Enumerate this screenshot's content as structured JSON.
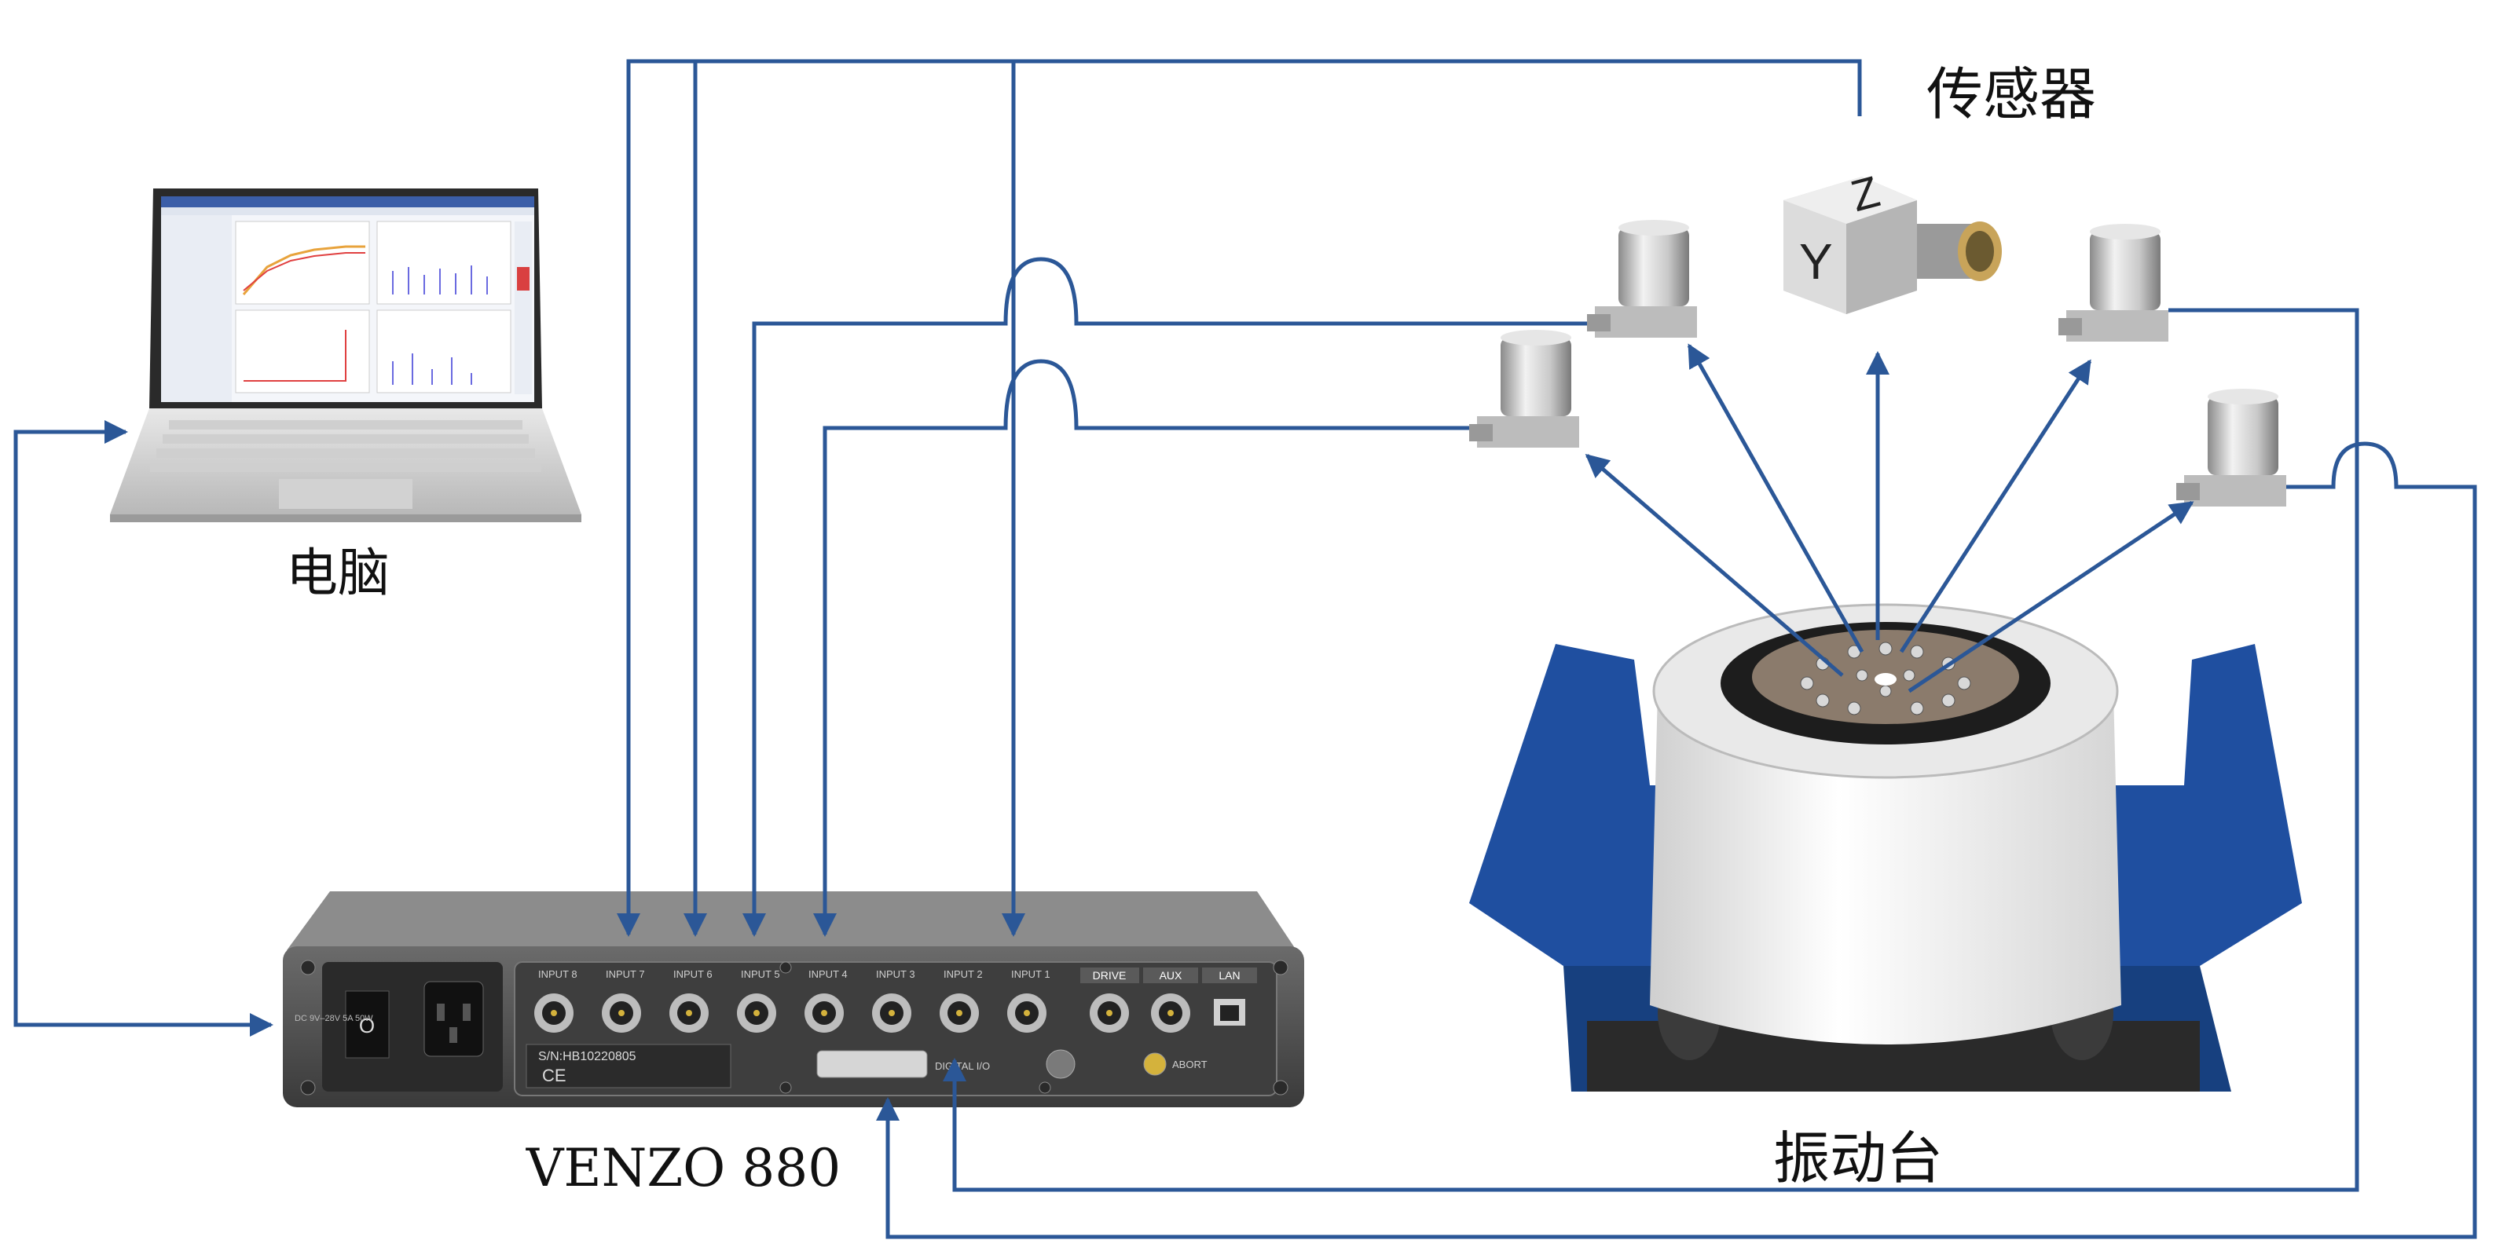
{
  "labels": {
    "computer": "电脑",
    "sensors": "传感器",
    "shaker": "振动台",
    "controller": "VENZO 880"
  },
  "controller_panel": {
    "inputs": [
      "INPUT 8",
      "INPUT 7",
      "INPUT 6",
      "INPUT 5",
      "INPUT 4",
      "INPUT 3",
      "INPUT 2",
      "INPUT 1"
    ],
    "drive": "DRIVE",
    "aux": "AUX",
    "lan": "LAN",
    "serial": "S/N:HB10220805",
    "digital_io": "DIGITAL I/O",
    "abort": "ABORT",
    "power_note": "DC 9V–28V 5A 50W"
  },
  "triax_axes": {
    "y": "Y",
    "z": "Z"
  },
  "colors": {
    "line": "#2b5797",
    "shaker_blue": "#1f4fa0",
    "controller_body": "#4a4a4a"
  }
}
